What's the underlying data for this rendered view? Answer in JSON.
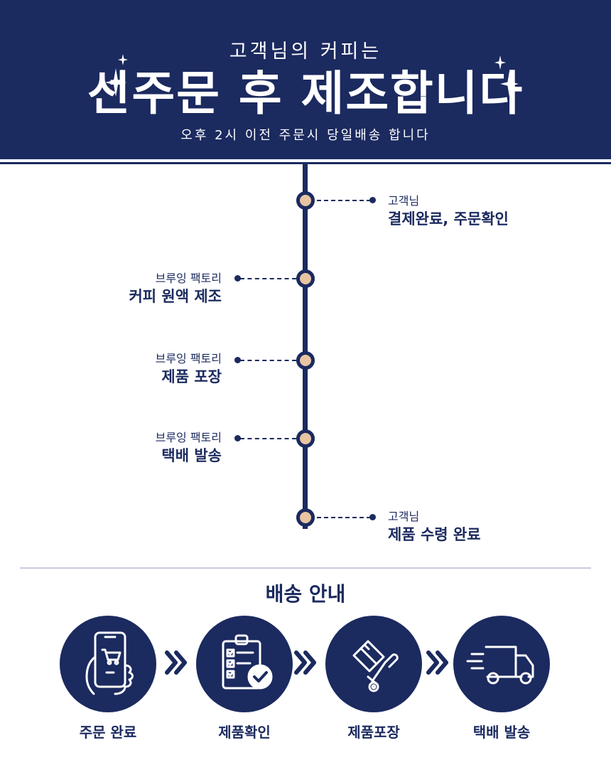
{
  "header": {
    "subtitle": "고객님의 커피는",
    "title": "선주문 후 제조합니다",
    "note": "오후 2시 이전 주문시 당일배송 합니다"
  },
  "timeline": [
    {
      "who": "고객님",
      "what": "결제완료, 주문확인",
      "side": "right"
    },
    {
      "who": "브루잉 팩토리",
      "what": "커피 원액  제조",
      "side": "left"
    },
    {
      "who": "브루잉 팩토리",
      "what": "제품 포장",
      "side": "left"
    },
    {
      "who": "브루잉 팩토리",
      "what": "택배 발송",
      "side": "left"
    },
    {
      "who": "고객님",
      "what": "제품 수령 완료",
      "side": "right"
    }
  ],
  "guide": {
    "title": "배송 안내",
    "steps": [
      {
        "label": "주문 완료",
        "icon": "smartphone-cart-icon"
      },
      {
        "label": "제품확인",
        "icon": "clipboard-check-icon"
      },
      {
        "label": "제품포장",
        "icon": "hand-truck-box-icon"
      },
      {
        "label": "택배 발송",
        "icon": "delivery-truck-icon"
      }
    ]
  },
  "colors": {
    "navy": "#1b2a5f",
    "node_fill": "#e8c4a2",
    "background": "#ffffff",
    "divider": "#c8cbe0"
  }
}
